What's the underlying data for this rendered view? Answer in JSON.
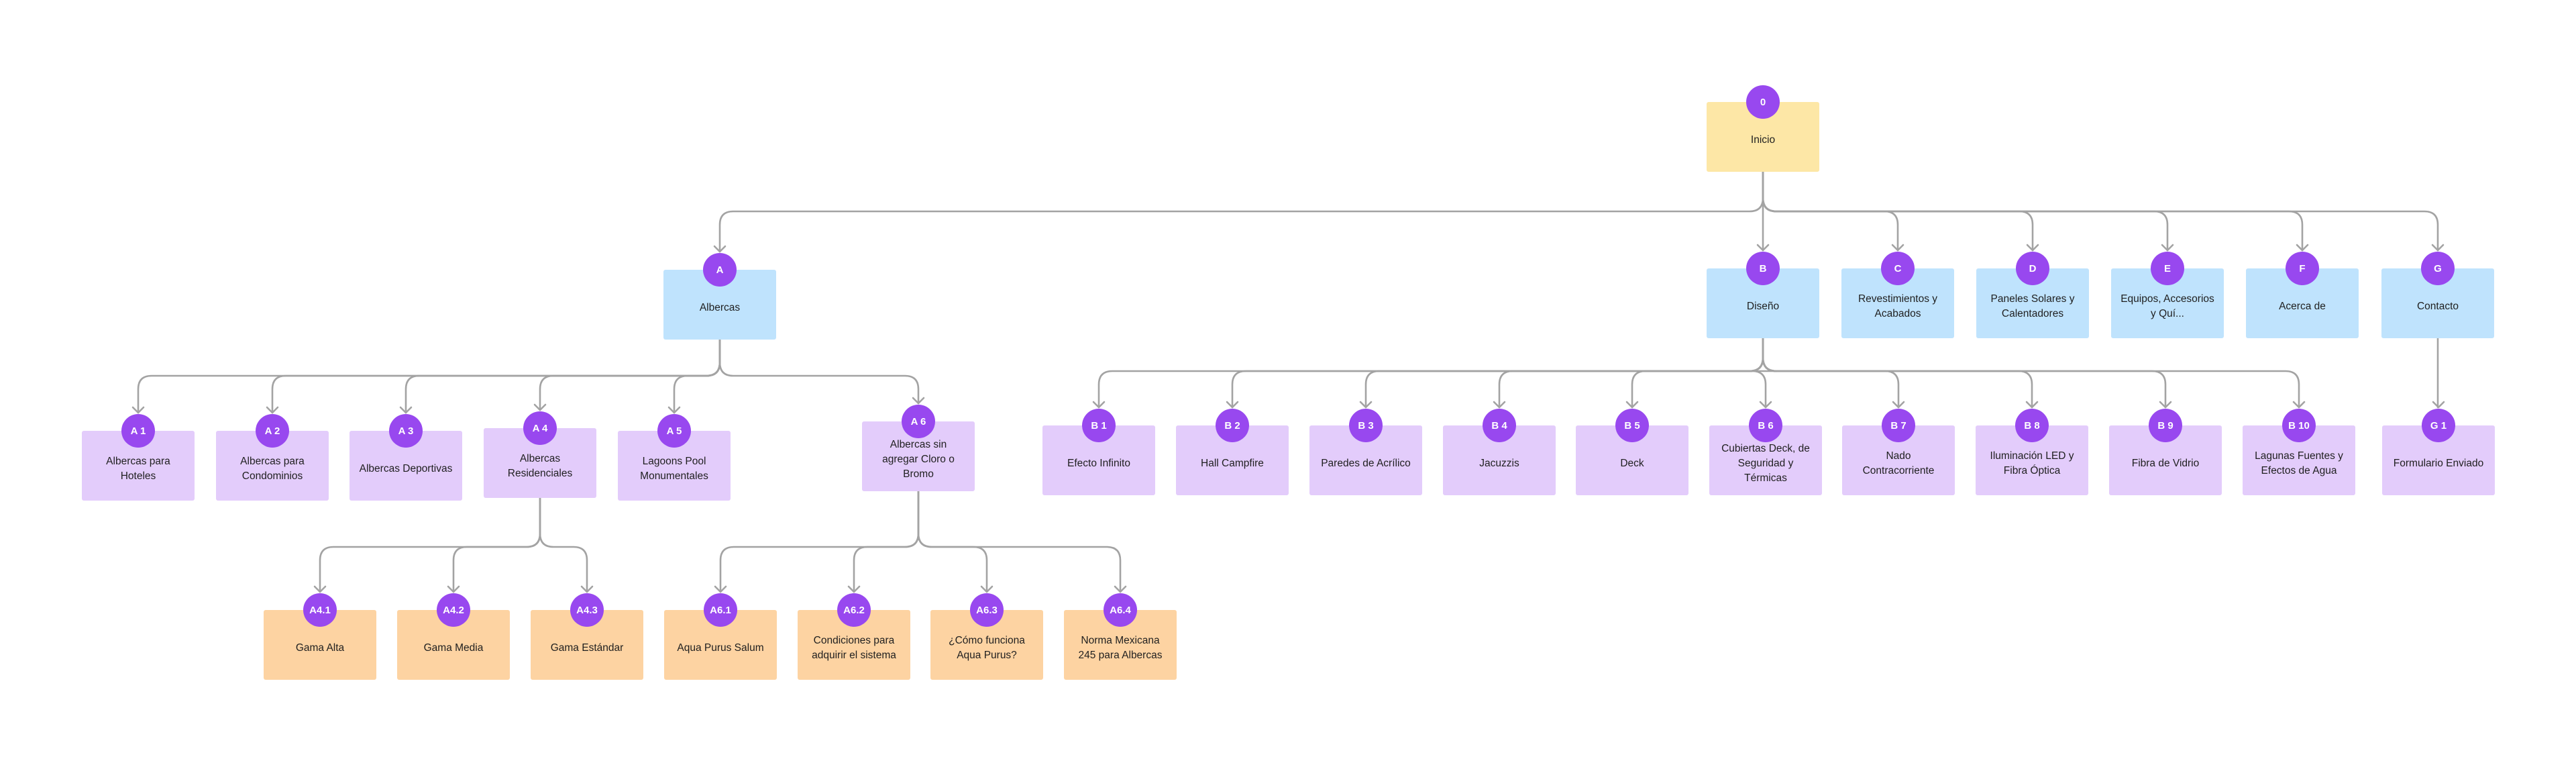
{
  "colors": {
    "root": "#fde7a6",
    "level1": "#bfe3fd",
    "level2": "#e3ccfb",
    "level3": "#fdd3a2",
    "badge": "#9848ef",
    "connector": "#a3a3a3"
  },
  "nodes": [
    {
      "id": "0",
      "label": "Inicio",
      "level": 0
    },
    {
      "id": "A",
      "label": "Albercas",
      "level": 1,
      "parent": "0"
    },
    {
      "id": "B",
      "label": "Diseño",
      "level": 1,
      "parent": "0"
    },
    {
      "id": "C",
      "label": "Revestimientos y Acabados",
      "level": 1,
      "parent": "0"
    },
    {
      "id": "D",
      "label": "Paneles Solares y Calentadores",
      "level": 1,
      "parent": "0"
    },
    {
      "id": "E",
      "label": "Equipos, Accesorios y Quí...",
      "level": 1,
      "parent": "0"
    },
    {
      "id": "F",
      "label": "Acerca de",
      "level": 1,
      "parent": "0"
    },
    {
      "id": "G",
      "label": "Contacto",
      "level": 1,
      "parent": "0"
    },
    {
      "id": "A 1",
      "label": "Albercas para Hoteles",
      "level": 2,
      "parent": "A"
    },
    {
      "id": "A 2",
      "label": "Albercas para Condominios",
      "level": 2,
      "parent": "A"
    },
    {
      "id": "A 3",
      "label": "Albercas Deportivas",
      "level": 2,
      "parent": "A"
    },
    {
      "id": "A 4",
      "label": "Albercas Residenciales",
      "level": 2,
      "parent": "A"
    },
    {
      "id": "A 5",
      "label": "Lagoons Pool Monumentales",
      "level": 2,
      "parent": "A"
    },
    {
      "id": "A 6",
      "label": "Albercas sin agregar Cloro o Bromo",
      "level": 2,
      "parent": "A"
    },
    {
      "id": "B 1",
      "label": "Efecto Infinito",
      "level": 2,
      "parent": "B"
    },
    {
      "id": "B 2",
      "label": "Hall Campfire",
      "level": 2,
      "parent": "B"
    },
    {
      "id": "B 3",
      "label": "Paredes de Acrílico",
      "level": 2,
      "parent": "B"
    },
    {
      "id": "B 4",
      "label": "Jacuzzis",
      "level": 2,
      "parent": "B"
    },
    {
      "id": "B 5",
      "label": "Deck",
      "level": 2,
      "parent": "B"
    },
    {
      "id": "B 6",
      "label": "Cubiertas Deck, de Seguridad y Térmicas",
      "level": 2,
      "parent": "B"
    },
    {
      "id": "B 7",
      "label": "Nado Contracorriente",
      "level": 2,
      "parent": "B"
    },
    {
      "id": "B 8",
      "label": "Iluminación LED y Fibra Óptica",
      "level": 2,
      "parent": "B"
    },
    {
      "id": "B 9",
      "label": "Fibra de Vidrio",
      "level": 2,
      "parent": "B"
    },
    {
      "id": "B 10",
      "label": "Lagunas Fuentes y Efectos de Agua",
      "level": 2,
      "parent": "B"
    },
    {
      "id": "G 1",
      "label": "Formulario Enviado",
      "level": 2,
      "parent": "G"
    },
    {
      "id": "A4.1",
      "label": "Gama Alta",
      "level": 3,
      "parent": "A 4"
    },
    {
      "id": "A4.2",
      "label": "Gama Media",
      "level": 3,
      "parent": "A 4"
    },
    {
      "id": "A4.3",
      "label": "Gama Estándar",
      "level": 3,
      "parent": "A 4"
    },
    {
      "id": "A6.1",
      "label": "Aqua Purus Salum",
      "level": 3,
      "parent": "A 6"
    },
    {
      "id": "A6.2",
      "label": "Condiciones para adquirir el sistema",
      "level": 3,
      "parent": "A 6"
    },
    {
      "id": "A6.3",
      "label": "¿Cómo funciona Aqua Purus?",
      "level": 3,
      "parent": "A 6"
    },
    {
      "id": "A6.4",
      "label": "Norma Mexicana 245 para Albercas",
      "level": 3,
      "parent": "A 6"
    }
  ]
}
